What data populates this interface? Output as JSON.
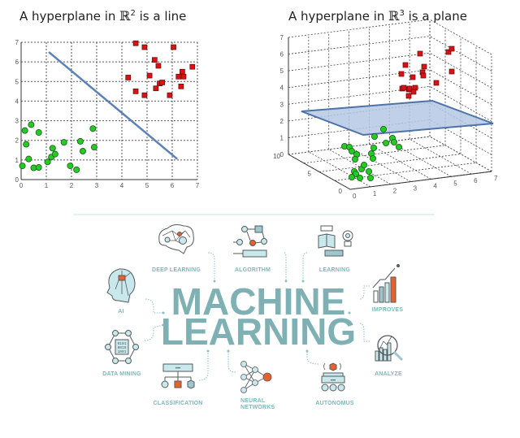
{
  "left_panel": {
    "title_prefix": "A hyperplane in ",
    "title_space": "ℝ",
    "title_exp": "2",
    "title_suffix": " is a line"
  },
  "right_panel": {
    "title_prefix": "A hyperplane in ",
    "title_space": "ℝ",
    "title_exp": "3",
    "title_suffix": " is a plane"
  },
  "infographic": {
    "title_line1": "MACHINE",
    "title_line2": "LEARNING",
    "items": [
      {
        "label": "DEEP LEARNING",
        "icon": "brain-network-icon"
      },
      {
        "label": "ALGORITHM",
        "icon": "flowchart-icon"
      },
      {
        "label": "LEARNING",
        "icon": "book-lightbulb-icon"
      },
      {
        "label": "AI",
        "icon": "robot-head-icon"
      },
      {
        "label": "IMPROVES",
        "icon": "growth-chart-icon"
      },
      {
        "label": "DATA MINING",
        "icon": "binary-hexagon-icon"
      },
      {
        "label": "ANALYZE",
        "icon": "magnifier-chart-icon"
      },
      {
        "label": "CLASSIFICATION",
        "icon": "hierarchy-icon"
      },
      {
        "label": "NEURAL",
        "label2": "NETWORKS",
        "icon": "neural-network-icon"
      },
      {
        "label": "AUTONOMUS",
        "icon": "autonomous-robot-icon"
      }
    ],
    "colors": {
      "teal": "#7fb1b4",
      "light_teal": "#c9e8ec",
      "orange": "#e8602c",
      "dark": "#555b5e"
    }
  },
  "chart_data": [
    {
      "type": "scatter",
      "title": "A hyperplane in R^2 is a line",
      "xlabel": "",
      "ylabel": "",
      "xlim": [
        0,
        7
      ],
      "ylim": [
        0,
        7
      ],
      "x_ticks": [
        "0",
        "1",
        "2",
        "3",
        "4",
        "5",
        "6",
        "7"
      ],
      "y_ticks": [
        "0",
        "1",
        "2",
        "3",
        "4",
        "5",
        "6",
        "7"
      ],
      "grid": true,
      "series": [
        {
          "name": "class_green",
          "marker": "circle",
          "color": "#22cc22",
          "points": [
            [
              0.05,
              0.7
            ],
            [
              0.15,
              2.5
            ],
            [
              0.2,
              1.8
            ],
            [
              0.3,
              1.05
            ],
            [
              0.4,
              2.8
            ],
            [
              0.5,
              0.6
            ],
            [
              0.7,
              0.62
            ],
            [
              0.7,
              2.4
            ],
            [
              1.05,
              0.9
            ],
            [
              1.2,
              1.15
            ],
            [
              1.25,
              1.6
            ],
            [
              1.35,
              1.3
            ],
            [
              1.7,
              1.9
            ],
            [
              1.95,
              0.7
            ],
            [
              2.2,
              0.5
            ],
            [
              2.35,
              1.95
            ],
            [
              2.45,
              1.45
            ],
            [
              2.85,
              2.6
            ],
            [
              2.9,
              1.65
            ]
          ]
        },
        {
          "name": "class_red",
          "marker": "square",
          "color": "#dd1111",
          "points": [
            [
              4.25,
              5.2
            ],
            [
              4.55,
              6.95
            ],
            [
              4.55,
              4.5
            ],
            [
              4.9,
              6.75
            ],
            [
              4.9,
              4.3
            ],
            [
              5.1,
              5.3
            ],
            [
              5.3,
              6.1
            ],
            [
              5.35,
              4.65
            ],
            [
              5.45,
              5.8
            ],
            [
              5.5,
              4.9
            ],
            [
              5.6,
              4.95
            ],
            [
              5.9,
              4.3
            ],
            [
              6.05,
              6.75
            ],
            [
              6.25,
              5.25
            ],
            [
              6.35,
              4.75
            ],
            [
              6.4,
              5.5
            ],
            [
              6.45,
              5.25
            ],
            [
              6.8,
              5.75
            ]
          ]
        },
        {
          "name": "hyperplane_line",
          "type": "line",
          "color": "#5b82b8",
          "points": [
            [
              1.1,
              6.5
            ],
            [
              6.2,
              1.05
            ]
          ]
        }
      ]
    },
    {
      "type": "scatter3d",
      "title": "A hyperplane in R^3 is a plane",
      "x_ticks": [
        "0",
        "1",
        "2",
        "3",
        "4",
        "5",
        "6",
        "7"
      ],
      "y_ticks": [
        "0",
        "5",
        "10"
      ],
      "z_ticks": [
        "0",
        "1",
        "2",
        "3",
        "4",
        "5",
        "6",
        "7"
      ],
      "xlim": [
        0,
        7
      ],
      "ylim": [
        0,
        10
      ],
      "zlim": [
        0,
        7
      ],
      "grid": true,
      "series": [
        {
          "name": "class_green",
          "marker": "circle",
          "color": "#22cc22",
          "count": 22,
          "z_range": [
            0,
            1.5
          ]
        },
        {
          "name": "class_red",
          "marker": "square",
          "color": "#dd1111",
          "count": 18,
          "z_range": [
            3.8,
            6.5
          ]
        },
        {
          "name": "hyperplane",
          "type": "plane",
          "z_level": 2.4,
          "color": "#b4c8e4",
          "edge_color": "#4f73a6"
        }
      ]
    }
  ]
}
